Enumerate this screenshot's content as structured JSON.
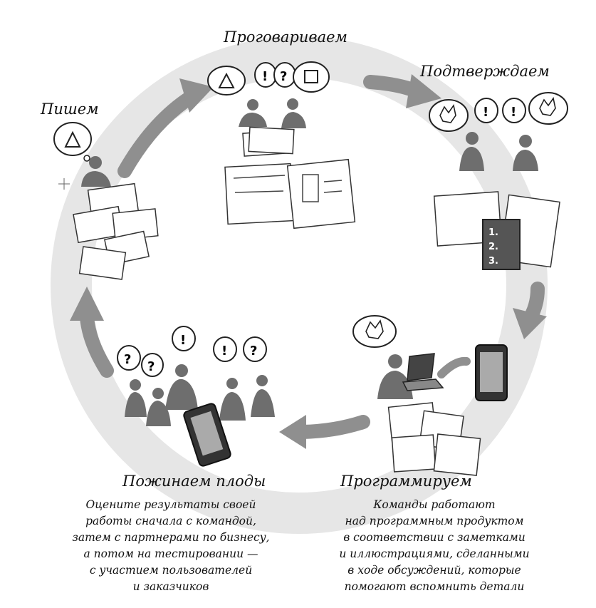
{
  "stages": {
    "talk": {
      "label": "Проговариваем"
    },
    "confirm": {
      "label": "Подтверждаем"
    },
    "write": {
      "label": "Пишем"
    },
    "reap": {
      "label": "Пожинаем плоды",
      "lines": [
        "Оцените результаты своей",
        "работы сначала с командой,",
        "затем с партнерами по бизнесу,",
        "а потом на тестировании —",
        "с участием пользователей",
        "и заказчиков"
      ]
    },
    "develop": {
      "label": "Программируем",
      "lines": [
        "Команды работают",
        "над программным продуктом",
        "в соответствии с заметками",
        "и иллюстрациями, сделанными",
        "в ходе обсуждений, которые",
        "помогают вспомнить детали"
      ]
    }
  },
  "colors": {
    "ring": "#e6e6e6",
    "arrow": "#8f8f8f",
    "figure": "#6e6e6e",
    "ink": "#222222"
  }
}
